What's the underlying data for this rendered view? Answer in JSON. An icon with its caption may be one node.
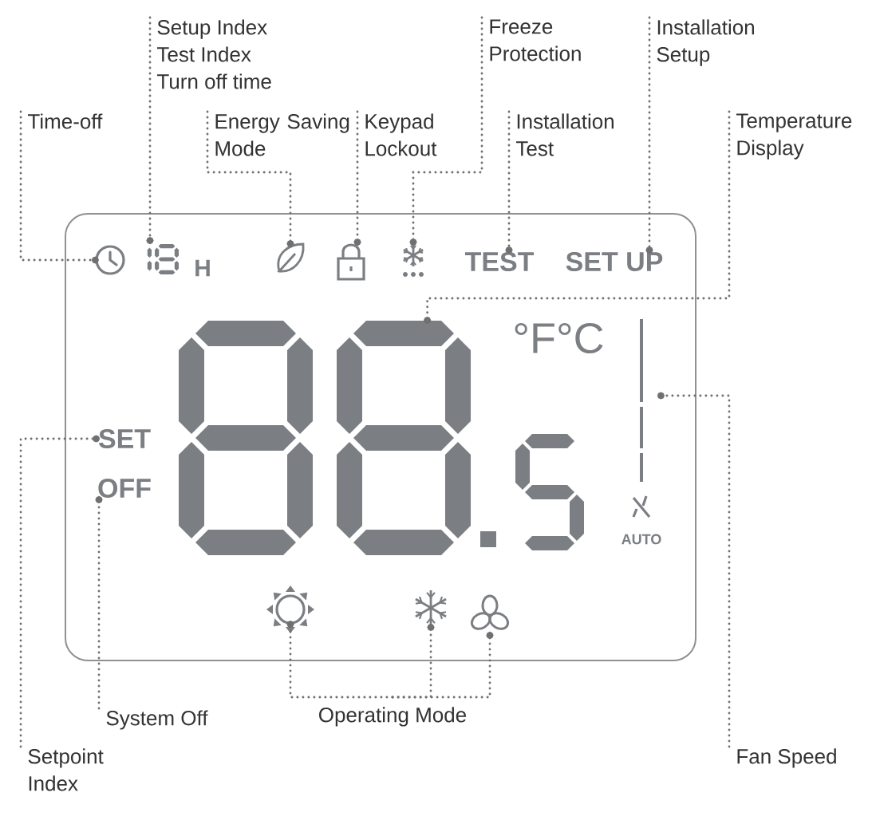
{
  "diagram": {
    "nodes": [
      {
        "text": [
          "Setup Index",
          "Test Index",
          "Turn off time"
        ]
      },
      {
        "text": [
          "Freeze Protection"
        ]
      },
      {
        "text": [
          "Installation Setup"
        ]
      },
      {
        "text": [
          "Time-off"
        ]
      },
      {
        "text": [
          "Energy Saving Mode"
        ]
      },
      {
        "text": [
          "Keypad Lockout"
        ]
      },
      {
        "text": [
          "Installation Test"
        ]
      },
      {
        "text": [
          "Temperature Display"
        ]
      },
      {
        "text": [],
        "shape": "box"
      },
      {
        "text": [],
        "shape": "clock",
        "in": 8
      },
      {
        "text": [],
        "shape": "digits",
        "in": 8
      },
      {
        "text": [],
        "shape": "leaf",
        "in": 8
      },
      {
        "text": [],
        "shape": "lock",
        "in": 8
      },
      {
        "text": [],
        "shape": "snowflake",
        "in": 8
      },
      {
        "text": [
          "TEST"
        ],
        "in": 8
      },
      {
        "text": [
          "SET UP"
        ],
        "in": 8
      },
      {
        "text": [],
        "shape": "digits",
        "in": 8
      },
      {
        "text": [],
        "shape": "bar",
        "in": 8
      },
      {
        "text": [
          "SET"
        ],
        "in": 8
      },
      {
        "text": [
          "OFF"
        ],
        "in": 8
      },
      {
        "text": [],
        "shape": "sun",
        "in": 8
      },
      {
        "text": [],
        "shape": "snowflake",
        "in": 8
      },
      {
        "text": [],
        "shape": "fan",
        "in": 8
      },
      {
        "text": [
          "System Off"
        ]
      },
      {
        "text": [
          "Operating Mode"
        ]
      },
      {
        "text": [
          "Setpoint Index"
        ]
      },
      {
        "text": [
          "Fan Speed"
        ]
      }
    ],
    "edges": [
      {
        "from": 3,
        "to": 9,
        "arrow": "other"
      },
      {
        "from": 0,
        "to": 10,
        "arrow": "other"
      },
      {
        "from": 4,
        "to": 11,
        "arrow": "other"
      },
      {
        "from": 5,
        "to": 12,
        "arrow": "other"
      },
      {
        "from": 1,
        "to": 13,
        "arrow": "other"
      },
      {
        "from": 6,
        "to": 14,
        "arrow": "other"
      },
      {
        "from": 2,
        "to": 15,
        "arrow": "other"
      },
      {
        "from": 7,
        "to": 16,
        "arrow": "other"
      },
      {
        "from": 26,
        "to": 17,
        "arrow": "other"
      },
      {
        "from": 25,
        "to": 18,
        "arrow": "other"
      },
      {
        "from": 23,
        "to": 19,
        "arrow": "other"
      },
      {
        "from": 24,
        "to": 20,
        "arrow": "other"
      },
      {
        "from": 24,
        "to": 21,
        "arrow": "other"
      },
      {
        "from": 24,
        "to": 22,
        "arrow": "other"
      }
    ],
    "labels": [
      "H",
      "°F°C",
      "AUTO"
    ]
  }
}
